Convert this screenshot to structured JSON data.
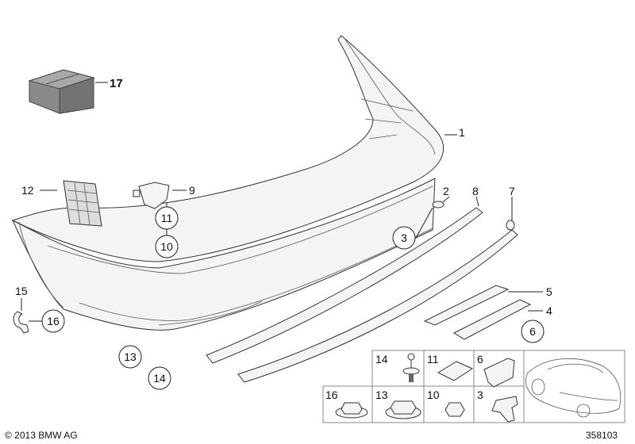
{
  "diagram": {
    "callouts": {
      "p17": "17",
      "p1": "1",
      "p12": "12",
      "p9": "9",
      "p11": "11",
      "p10": "10",
      "p2": "2",
      "p8": "8",
      "p7": "7",
      "p3": "3",
      "p5": "5",
      "p4": "4",
      "p6": "6",
      "p15": "15",
      "p16": "16",
      "p13": "13",
      "p14": "14"
    },
    "parts_grid": {
      "top_row": [
        "14",
        "11",
        "6"
      ],
      "bottom_row": [
        "16",
        "13",
        "10",
        "3"
      ]
    }
  },
  "footer": {
    "copyright": "© 2013 BMW AG",
    "diagram_number": "358103"
  }
}
